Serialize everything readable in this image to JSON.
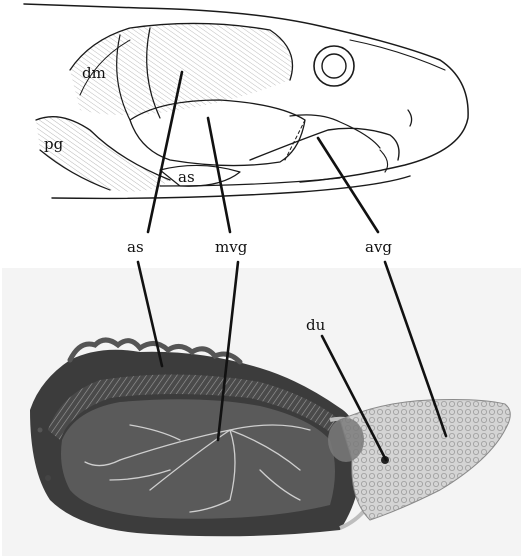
{
  "figure": {
    "drawing_labels": {
      "dm": "dm",
      "pg": "pg",
      "as": "as"
    },
    "pointer_labels": {
      "as": "as",
      "mvg": "mvg",
      "avg": "avg",
      "du": "du"
    }
  }
}
